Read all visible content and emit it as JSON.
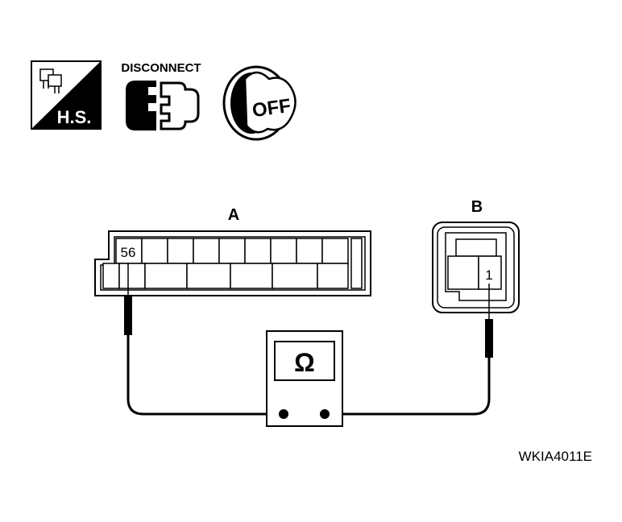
{
  "icons": {
    "harness_side": {
      "name": "harness-side-icon",
      "text": "H.S."
    },
    "disconnect": {
      "name": "disconnect-connector-icon",
      "text": "DISCONNECT"
    },
    "ignition_off": {
      "name": "ignition-key-off-icon",
      "text": "OFF"
    }
  },
  "connector_a": {
    "label": "A",
    "pin": "56"
  },
  "connector_b": {
    "label": "B",
    "pin": "1"
  },
  "meter": {
    "symbol": "Ω"
  },
  "figure_id": "WKIA4011E",
  "colors": {
    "line": "#000000",
    "background": "#ffffff"
  }
}
